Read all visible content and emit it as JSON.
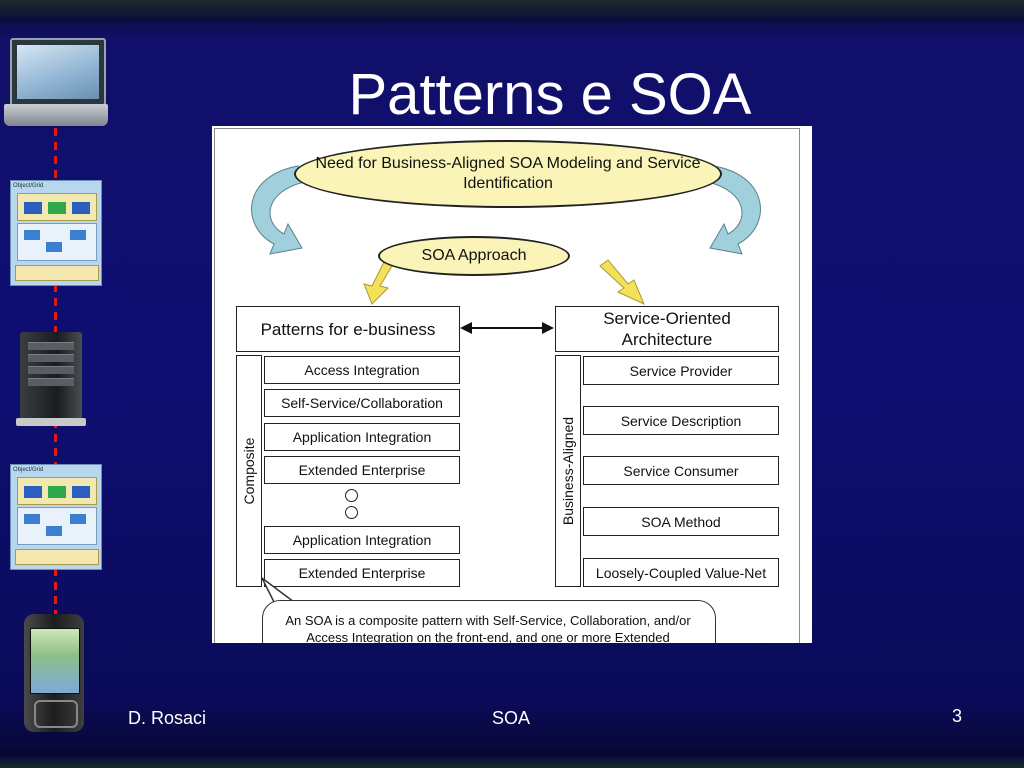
{
  "slide": {
    "title": "Patterns e SOA",
    "footer_left": "D. Rosaci",
    "footer_center": "SOA",
    "page_number": "3"
  },
  "left_strip": {
    "thumbnail_label": "Object/Grid",
    "icons": [
      "laptop-icon",
      "architecture-thumbnail",
      "server-icon",
      "architecture-thumbnail",
      "mobile-phone-icon"
    ],
    "dash_color": "#e01818"
  },
  "figure": {
    "top_ellipse": "Need for Business-Aligned SOA Modeling and Service Identification",
    "approach_ellipse": "SOA Approach",
    "left_header": "Patterns for e-business",
    "right_header": "Service-Oriented Architecture",
    "left_vertical_label": "Composite",
    "right_vertical_label": "Business-Aligned",
    "left_items": [
      "Access Integration",
      "Self-Service/Collaboration",
      "Application Integration",
      "Extended Enterprise",
      "Application Integration",
      "Extended Enterprise"
    ],
    "right_items": [
      "Service Provider",
      "Service Description",
      "Service Consumer",
      "SOA Method",
      "Loosely-Coupled Value-Net"
    ],
    "callout_line1": "An SOA is a composite pattern with Self-Service, Collaboration, and/or",
    "callout_line2": "Access Integration on the front-end, and one or more Extended",
    "colors": {
      "ellipse_fill": "#fbf4b8",
      "arrow_fill": "#9fd0dc",
      "yellow_arrow": "#f5e05a"
    }
  }
}
